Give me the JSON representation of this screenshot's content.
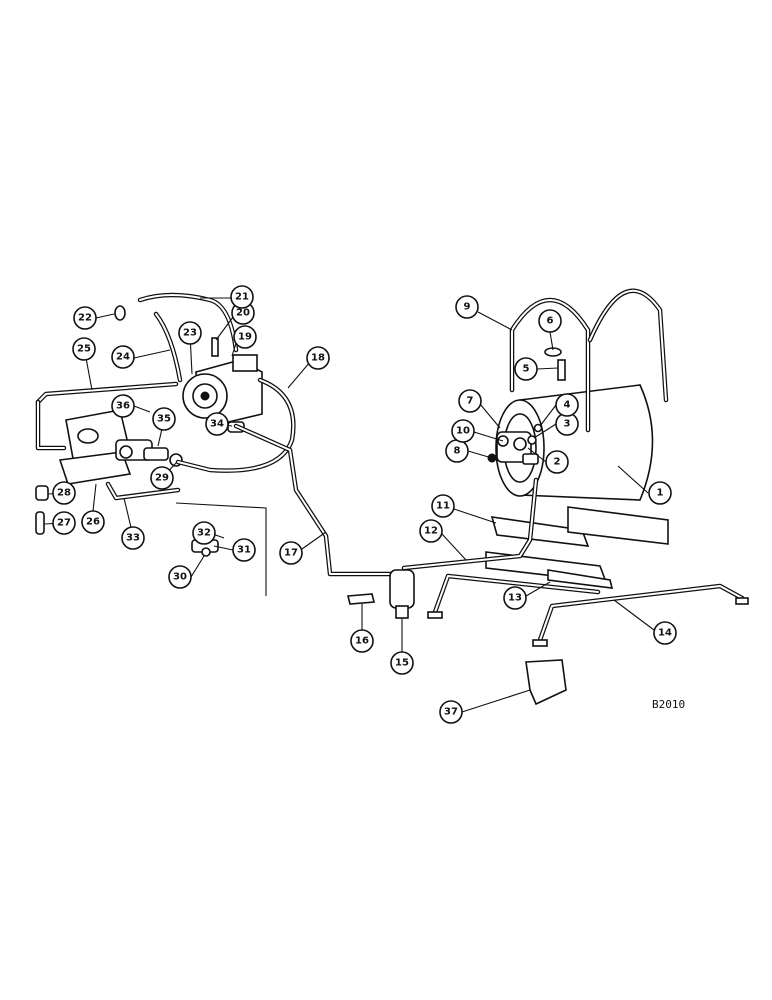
{
  "figure": {
    "reference_code": "B2010"
  },
  "callouts": [
    {
      "id": "1",
      "label": "1"
    },
    {
      "id": "2",
      "label": "2"
    },
    {
      "id": "3",
      "label": "3"
    },
    {
      "id": "4",
      "label": "4"
    },
    {
      "id": "5",
      "label": "5"
    },
    {
      "id": "6",
      "label": "6"
    },
    {
      "id": "7",
      "label": "7"
    },
    {
      "id": "8",
      "label": "8"
    },
    {
      "id": "9",
      "label": "9"
    },
    {
      "id": "10",
      "label": "10"
    },
    {
      "id": "11",
      "label": "11"
    },
    {
      "id": "12",
      "label": "12"
    },
    {
      "id": "13",
      "label": "13"
    },
    {
      "id": "14",
      "label": "14"
    },
    {
      "id": "15",
      "label": "15"
    },
    {
      "id": "16",
      "label": "16"
    },
    {
      "id": "17",
      "label": "17"
    },
    {
      "id": "18",
      "label": "18"
    },
    {
      "id": "19",
      "label": "19"
    },
    {
      "id": "20",
      "label": "20"
    },
    {
      "id": "21",
      "label": "21"
    },
    {
      "id": "22",
      "label": "22"
    },
    {
      "id": "23",
      "label": "23"
    },
    {
      "id": "24",
      "label": "24"
    },
    {
      "id": "25",
      "label": "25"
    },
    {
      "id": "26",
      "label": "26"
    },
    {
      "id": "27",
      "label": "27"
    },
    {
      "id": "28",
      "label": "28"
    },
    {
      "id": "29",
      "label": "29"
    },
    {
      "id": "30",
      "label": "30"
    },
    {
      "id": "31",
      "label": "31"
    },
    {
      "id": "32",
      "label": "32"
    },
    {
      "id": "33",
      "label": "33"
    },
    {
      "id": "34",
      "label": "34"
    },
    {
      "id": "35",
      "label": "35"
    },
    {
      "id": "36",
      "label": "36"
    },
    {
      "id": "37",
      "label": "37"
    }
  ]
}
